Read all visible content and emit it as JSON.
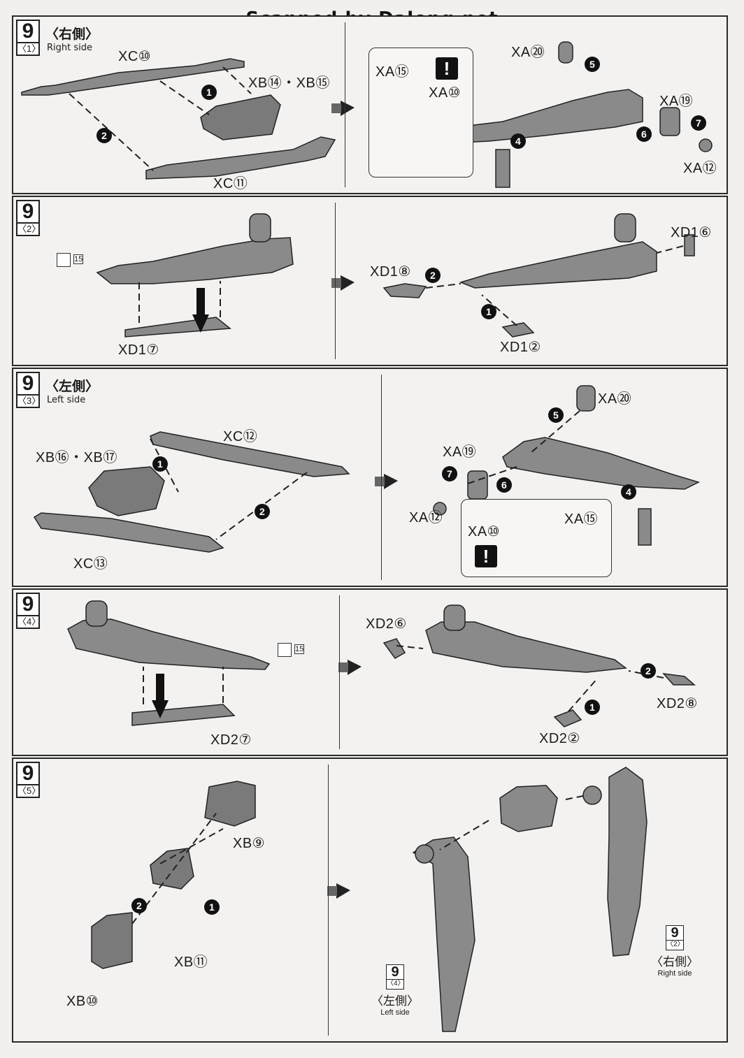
{
  "watermark": "Scanned by Dalong.net",
  "sticker_number": "15",
  "panels": [
    {
      "step_num": "9",
      "step_sub": "〈1〉",
      "side_jp": "〈右側〉",
      "side_en": "Right side",
      "labels": [
        "XC⑩",
        "XB⑭・XB⑮",
        "XC⑪",
        "XA⑳",
        "XA⑮",
        "XA⑩",
        "XA⑲",
        "XA⑫"
      ],
      "warning": "!"
    },
    {
      "step_num": "9",
      "step_sub": "〈2〉",
      "labels": [
        "XD1⑦",
        "XD1⑥",
        "XD1⑧",
        "XD1②"
      ]
    },
    {
      "step_num": "9",
      "step_sub": "〈3〉",
      "side_jp": "〈左側〉",
      "side_en": "Left side",
      "labels": [
        "XC⑫",
        "XB⑯・XB⑰",
        "XC⑬",
        "XA⑳",
        "XA⑲",
        "XA⑫",
        "XA⑩",
        "XA⑮"
      ],
      "warning": "!"
    },
    {
      "step_num": "9",
      "step_sub": "〈4〉",
      "labels": [
        "XD2⑦",
        "XD2⑥",
        "XD2⑧",
        "XD2②"
      ]
    },
    {
      "step_num": "9",
      "step_sub": "〈5〉",
      "labels": [
        "XB⑨",
        "XB⑪",
        "XB⑩"
      ],
      "ref_left": {
        "num": "9",
        "sub": "〈4〉",
        "jp": "〈左側〉",
        "en": "Left side"
      },
      "ref_right": {
        "num": "9",
        "sub": "〈2〉",
        "jp": "〈右側〉",
        "en": "Right side"
      }
    }
  ]
}
